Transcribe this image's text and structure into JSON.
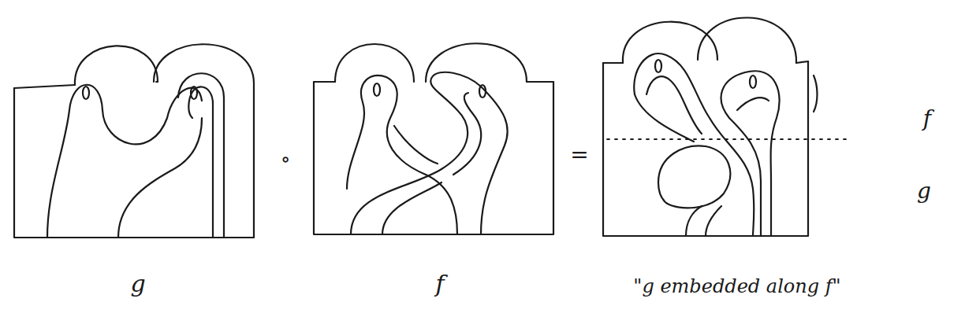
{
  "diagram": {
    "labels": [
      "g",
      "∘",
      "f",
      "=",
      "f",
      "g",
      "\"g embedded along f\""
    ]
  }
}
